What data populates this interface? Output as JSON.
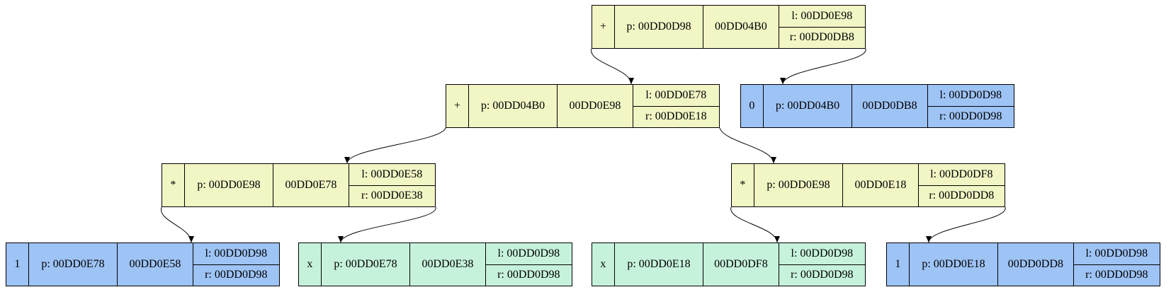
{
  "colors": {
    "operator": "#f2f5c4",
    "number": "#9ec3f5",
    "variable": "#c6f2dc",
    "edge": "#000000"
  },
  "nodes": [
    {
      "id": "n_root",
      "kind": "operator",
      "value": "+",
      "parent": "p: 00DD0D98",
      "address": "00DD04B0",
      "left": "l: 00DD0E98",
      "right": "r: 00DD0DB8"
    },
    {
      "id": "n_plus2",
      "kind": "operator",
      "value": "+",
      "parent": "p: 00DD04B0",
      "address": "00DD0E98",
      "left": "l: 00DD0E78",
      "right": "r: 00DD0E18"
    },
    {
      "id": "n_zero",
      "kind": "number",
      "value": "0",
      "parent": "p: 00DD04B0",
      "address": "00DD0DB8",
      "left": "l: 00DD0D98",
      "right": "r: 00DD0D98"
    },
    {
      "id": "n_mul1",
      "kind": "operator",
      "value": "*",
      "parent": "p: 00DD0E98",
      "address": "00DD0E78",
      "left": "l: 00DD0E58",
      "right": "r: 00DD0E38"
    },
    {
      "id": "n_mul2",
      "kind": "operator",
      "value": "*",
      "parent": "p: 00DD0E98",
      "address": "00DD0E18",
      "left": "l: 00DD0DF8",
      "right": "r: 00DD0DD8"
    },
    {
      "id": "n_one1",
      "kind": "number",
      "value": "1",
      "parent": "p: 00DD0E78",
      "address": "00DD0E58",
      "left": "l: 00DD0D98",
      "right": "r: 00DD0D98"
    },
    {
      "id": "n_x1",
      "kind": "variable",
      "value": "x",
      "parent": "p: 00DD0E78",
      "address": "00DD0E38",
      "left": "l: 00DD0D98",
      "right": "r: 00DD0D98"
    },
    {
      "id": "n_x2",
      "kind": "variable",
      "value": "x",
      "parent": "p: 00DD0E18",
      "address": "00DD0DF8",
      "left": "l: 00DD0D98",
      "right": "r: 00DD0D98"
    },
    {
      "id": "n_one2",
      "kind": "number",
      "value": "1",
      "parent": "p: 00DD0E18",
      "address": "00DD0DD8",
      "left": "l: 00DD0D98",
      "right": "r: 00DD0D98"
    }
  ],
  "edges": [
    {
      "from": "n_root",
      "to": "n_plus2"
    },
    {
      "from": "n_root",
      "to": "n_zero"
    },
    {
      "from": "n_plus2",
      "to": "n_mul1"
    },
    {
      "from": "n_plus2",
      "to": "n_mul2"
    },
    {
      "from": "n_mul1",
      "to": "n_one1"
    },
    {
      "from": "n_mul1",
      "to": "n_x1"
    },
    {
      "from": "n_mul2",
      "to": "n_x2"
    },
    {
      "from": "n_mul2",
      "to": "n_one2"
    }
  ]
}
